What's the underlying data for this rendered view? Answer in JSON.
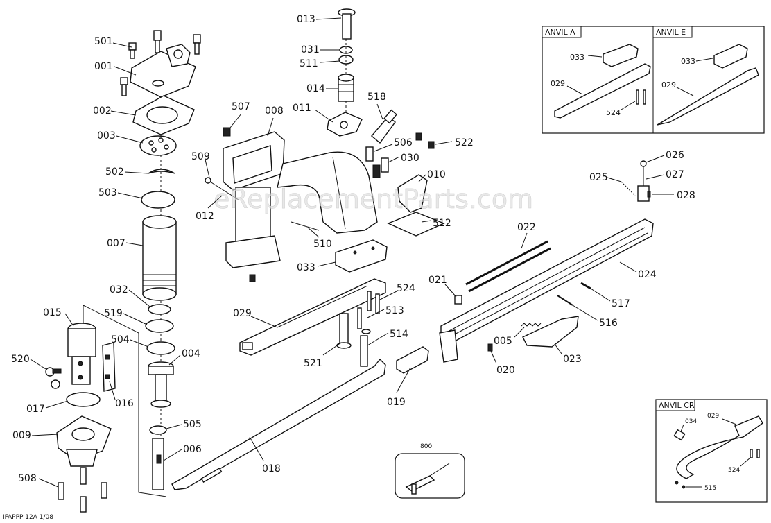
{
  "watermark": "eReplacementParts.com",
  "footer_code": "IFAPPP 12A 1/08",
  "insets": {
    "anvil_a": "ANVIL A",
    "anvil_e": "ANVIL E",
    "anvil_cr": "ANVIL CR",
    "kit": "800"
  },
  "labels": {
    "p501": "501",
    "p001": "001",
    "p002": "002",
    "p003": "003",
    "p502": "502",
    "p503": "503",
    "p007": "007",
    "p032": "032",
    "p015": "015",
    "p519": "519",
    "p504": "504",
    "p004": "004",
    "p520": "520",
    "p016": "016",
    "p017": "017",
    "p009": "009",
    "p505": "505",
    "p006": "006",
    "p508": "508",
    "p018": "018",
    "p013": "013",
    "p031": "031",
    "p511": "511",
    "p014": "014",
    "p518": "518",
    "p011": "011",
    "p507": "507",
    "p008": "008",
    "p509": "509",
    "p012": "012",
    "p506": "506",
    "p030": "030",
    "p522": "522",
    "p010": "010",
    "p512": "512",
    "p510": "510",
    "p033": "033",
    "p029": "029",
    "p524": "524",
    "p513": "513",
    "p514": "514",
    "p521": "521",
    "p019": "019",
    "p026": "026",
    "p025": "025",
    "p027": "027",
    "p028": "028",
    "p022": "022",
    "p024": "024",
    "p021": "021",
    "p517": "517",
    "p516": "516",
    "p005": "005",
    "p023": "023",
    "p020": "020",
    "a033": "033",
    "a029": "029",
    "a524": "524",
    "e033": "033",
    "e029": "029",
    "c034": "034",
    "c029": "029",
    "c524": "524",
    "c515": "515"
  }
}
